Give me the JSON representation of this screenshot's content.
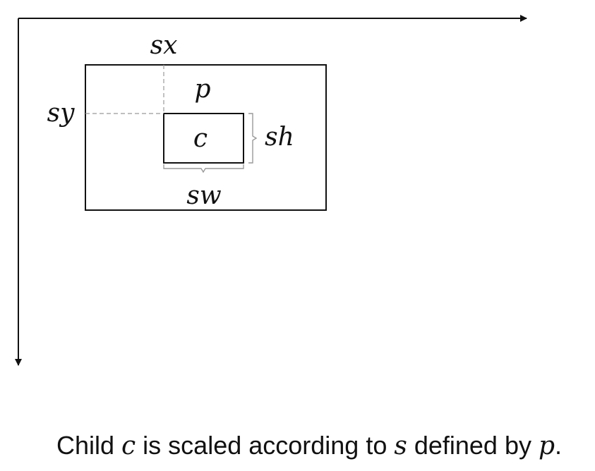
{
  "labels": {
    "sx": "sx",
    "sy": "sy",
    "sh": "sh",
    "sw": "sw",
    "parent": "p",
    "child": "c"
  },
  "caption": {
    "part1": "Child ",
    "var_c": "c",
    "part2": " is scaled according to ",
    "var_s": "s",
    "part3": " defined by ",
    "var_p": "p",
    "part4": "."
  }
}
